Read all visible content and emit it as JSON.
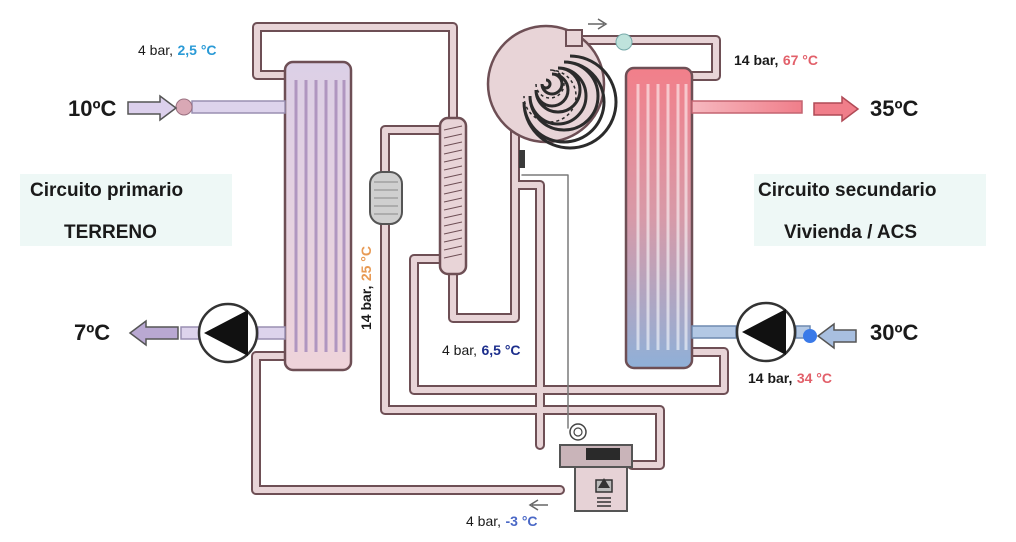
{
  "primary": {
    "title_line1": "Circuito primario",
    "title_line2": "TERRENO",
    "inlet_temp": "10ºC",
    "outlet_temp": "7ºC"
  },
  "secondary": {
    "title_line1": "Circuito secundario",
    "title_line2": "Vivienda / ACS",
    "outlet_temp": "35ºC",
    "inlet_temp": "30ºC"
  },
  "states": {
    "evap_out": {
      "pressure": "4 bar,",
      "temp": "2,5 °C"
    },
    "disch": {
      "pressure": "14 bar,",
      "temp": "67 °C"
    },
    "cond_out": {
      "pressure": "14 bar,",
      "temp": "34 °C"
    },
    "liquid": {
      "pressure": "14 bar,",
      "temp": "25 °C"
    },
    "suction": {
      "pressure": "4 bar,",
      "temp": "6,5 °C"
    },
    "exp_out": {
      "pressure": "4 bar,",
      "temp": "-3 °C"
    }
  },
  "colors": {
    "pipe_fill": "#e8d4d7",
    "pipe_stroke": "#6e4f55",
    "hot": "#f08a95",
    "cold": "#8fb0d8",
    "temp_blue": "#2a9ad6",
    "temp_red": "#e2606a",
    "temp_navy": "#1c2e8c",
    "temp_orange": "#e89a54",
    "temp_slate": "#4a68c6",
    "panel_bg": "#eef8f6"
  }
}
